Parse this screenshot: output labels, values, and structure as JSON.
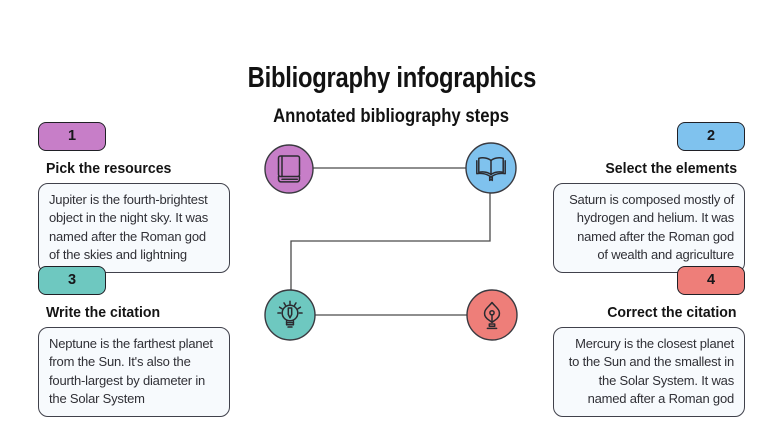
{
  "title": "Bibliography infographics",
  "subtitle": "Annotated bibliography steps",
  "steps": [
    {
      "number": "1",
      "heading": "Pick the resources",
      "body": "Jupiter is the fourth-brightest object in the night sky. It was named after the Roman god of the skies and lightning",
      "icon": "closed-book-icon",
      "color": "#c77ec8"
    },
    {
      "number": "2",
      "heading": "Select the elements",
      "body": "Saturn is composed mostly of hydrogen and helium. It was named after the Roman god of wealth and agriculture",
      "icon": "open-book-icon",
      "color": "#7fc2ee"
    },
    {
      "number": "3",
      "heading": "Write the citation",
      "body": "Neptune is the farthest planet from the Sun. It's also the fourth-largest by diameter in the Solar System",
      "icon": "lightbulb-icon",
      "color": "#6ec8c0"
    },
    {
      "number": "4",
      "heading": "Correct the citation",
      "body": "Mercury is the closest planet to the Sun and the smallest in the Solar System. It was named after a Roman god",
      "icon": "pen-nib-icon",
      "color": "#ee7e79"
    }
  ],
  "colors": {
    "background": "#ffffff",
    "note_background": "#f7fafd",
    "note_border": "#40414b",
    "connector": "#4a4a4a",
    "text": "#141414"
  }
}
